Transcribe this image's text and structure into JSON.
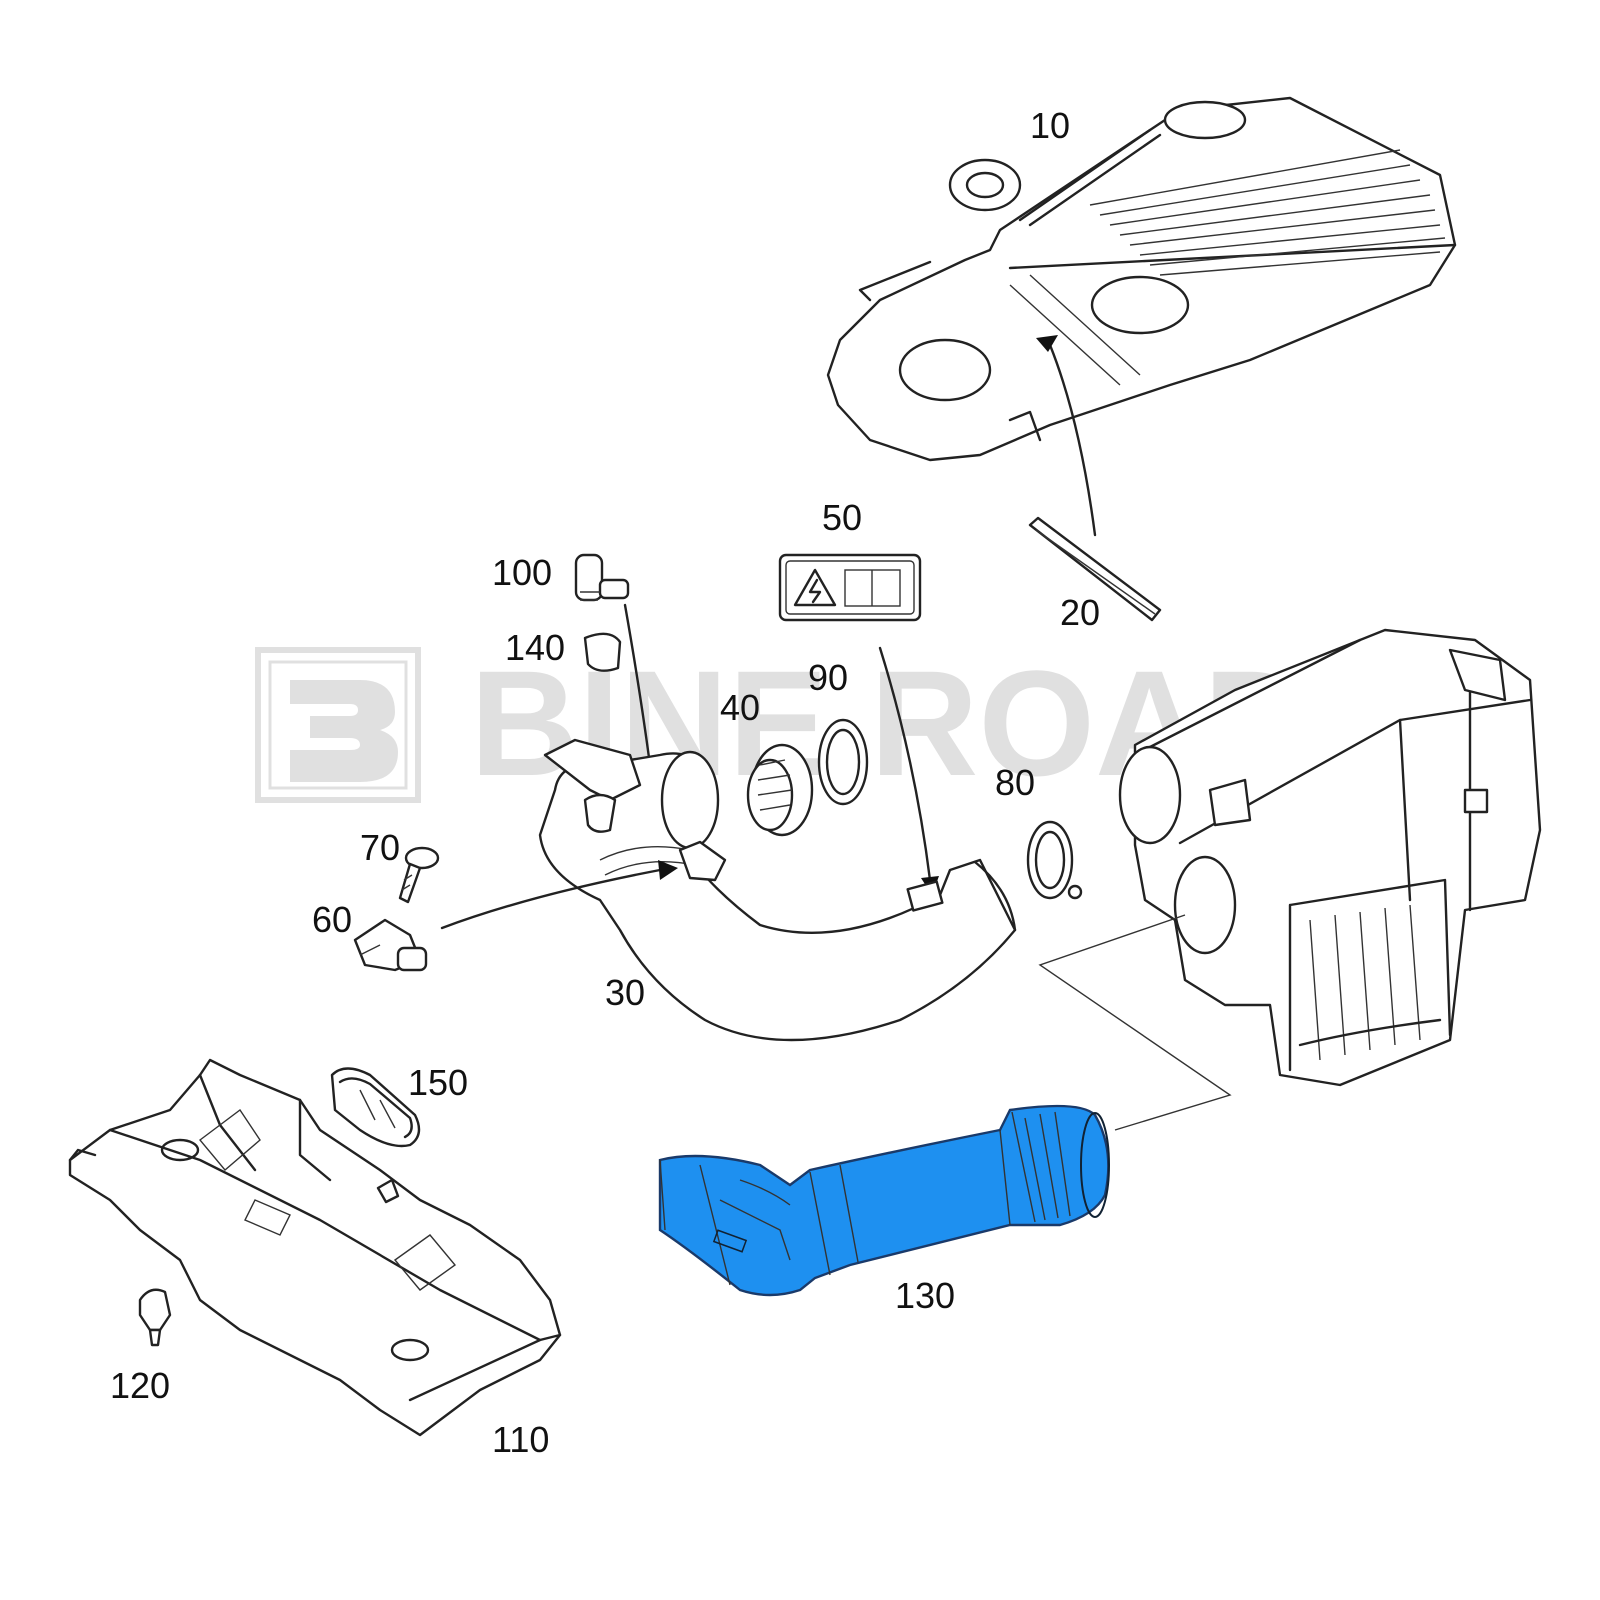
{
  "watermark": {
    "text": "BINE ROAD",
    "color": "#c8c8c8"
  },
  "highlight_color": "#1e90f0",
  "callouts": {
    "p10": "10",
    "p20": "20",
    "p30": "30",
    "p40": "40",
    "p50": "50",
    "p60": "60",
    "p70": "70",
    "p80": "80",
    "p90": "90",
    "p100": "100",
    "p110": "110",
    "p120": "120",
    "p130": "130",
    "p140": "140",
    "p150": "150"
  }
}
